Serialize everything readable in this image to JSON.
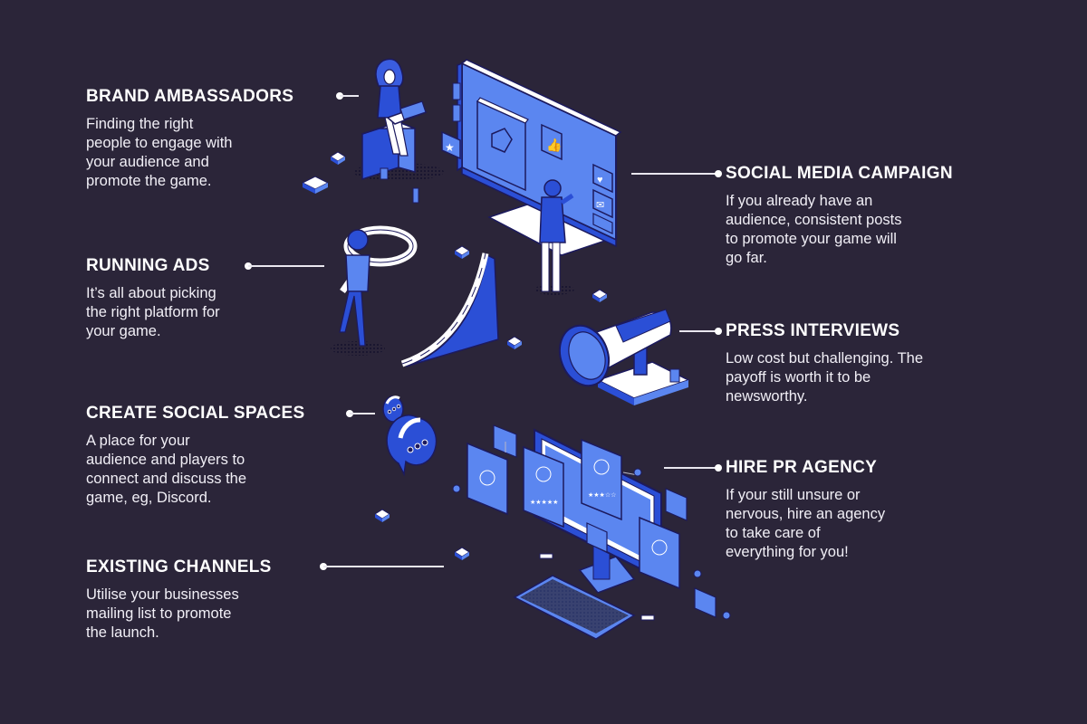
{
  "colors": {
    "background": "#2b2539",
    "accent_light": "#5b86f0",
    "accent_dark": "#2b4fd6",
    "outline": "#1c1a5e",
    "white": "#ffffff"
  },
  "sections": [
    {
      "id": "brand-ambassadors",
      "title": "BRAND AMBASSADORS",
      "description": "Finding the right\npeople to engage with\nyour audience and\npromote the game."
    },
    {
      "id": "running-ads",
      "title": "RUNNING ADS",
      "description": "It’s all about picking\nthe right platform for\nyour game."
    },
    {
      "id": "create-social-spaces",
      "title": "CREATE SOCIAL SPACES",
      "description": "A place for your\naudience and players to\nconnect and discuss the\ngame, eg, Discord."
    },
    {
      "id": "existing-channels",
      "title": "EXISTING CHANNELS",
      "description": "Utilise your businesses\nmailing list to promote\nthe launch."
    },
    {
      "id": "social-media-campaign",
      "title": "SOCIAL MEDIA CAMPAIGN",
      "description": "If you already have an\naudience, consistent posts\nto promote your game will\ngo far."
    },
    {
      "id": "press-interviews",
      "title": "PRESS INTERVIEWS",
      "description": "Low cost but challenging. The\npayoff is worth it to be\nnewsworthy."
    },
    {
      "id": "hire-pr-agency",
      "title": "HIRE PR AGENCY",
      "description": "If your still unsure or\nnervous, hire an agency\nto take care of\neverything for you!"
    }
  ],
  "illustrations": [
    {
      "name": "woman-with-laptop-illustration"
    },
    {
      "name": "social-media-screen-illustration"
    },
    {
      "name": "magnifying-glass-person-illustration"
    },
    {
      "name": "growth-curve-ramp-illustration"
    },
    {
      "name": "megaphone-illustration"
    },
    {
      "name": "chat-bubbles-illustration"
    },
    {
      "name": "computer-with-profiles-illustration"
    }
  ]
}
